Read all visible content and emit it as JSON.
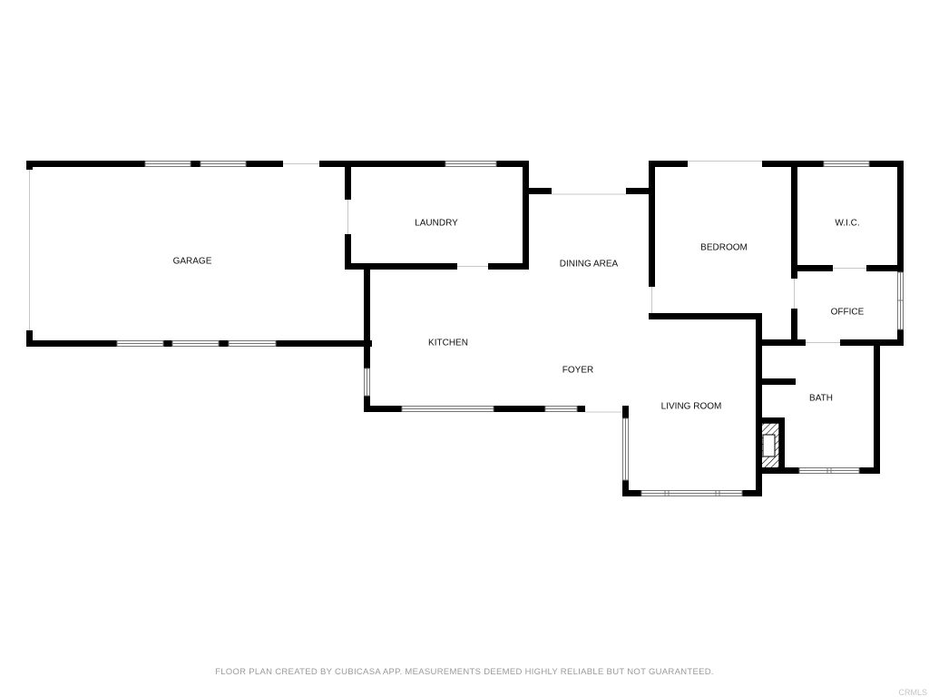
{
  "colors": {
    "wall": "#000000",
    "window": "#888888",
    "label": "#111111",
    "disclaimer": "#9a9a9a",
    "watermark": "#c4c4c4"
  },
  "rooms": {
    "garage": "GARAGE",
    "laundry": "LAUNDRY",
    "dining_area": "DINING AREA",
    "kitchen": "KITCHEN",
    "foyer": "FOYER",
    "bedroom": "BEDROOM",
    "wic": "W.I.C.",
    "office": "OFFICE",
    "bath": "BATH",
    "living_room": "LIVING ROOM"
  },
  "footer": {
    "disclaimer": "FLOOR PLAN CREATED BY CUBICASA APP. MEASUREMENTS DEEMED HIGHLY RELIABLE BUT NOT GUARANTEED.",
    "watermark": "CRMLS"
  }
}
